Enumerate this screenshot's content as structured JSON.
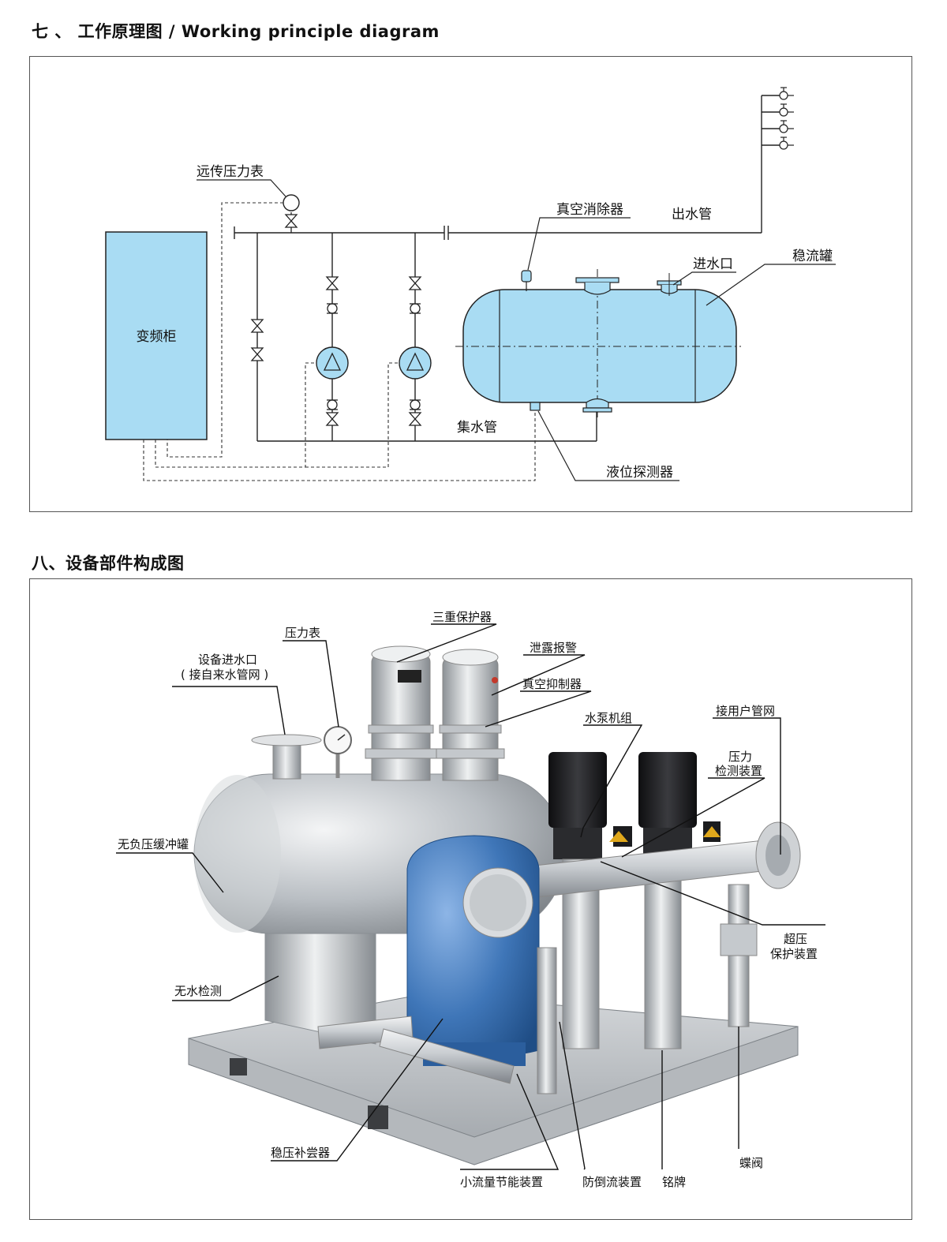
{
  "section7": {
    "title": "七 、 工作原理图 / Working principle diagram",
    "labels": {
      "cabinet": "变频柜",
      "remote_gauge": "远传压力表",
      "vacuum_eliminator": "真空消除器",
      "outlet_pipe": "出水管",
      "inlet": "进水口",
      "tank": "稳流罐",
      "collector_pipe": "集水管",
      "level_detector": "液位探测器"
    }
  },
  "section8": {
    "title": "八、设备部件构成图",
    "labels": {
      "pressure_gauge": "压力表",
      "triple_protector": "三重保护器",
      "leak_alarm": "泄露报警",
      "vacuum_suppressor": "真空抑制器",
      "equipment_inlet_1": "设备进水口",
      "equipment_inlet_2": "( 接自来水管网 )",
      "pump_unit": "水泵机组",
      "user_network": "接用户管网",
      "pressure_detector_1": "压力",
      "pressure_detector_2": "检测装置",
      "buffer_tank": "无负压缓冲罐",
      "overpressure_1": "超压",
      "overpressure_2": "保护装置",
      "no_water_detect": "无水检测",
      "compensator": "稳压补尝器",
      "low_flow_saver": "小流量节能装置",
      "backflow": "防倒流装置",
      "nameplate": "铭牌",
      "butterfly_valve": "蝶阀"
    }
  },
  "colors": {
    "tank_fill": "#a9dcf3",
    "pump_fill": "#a9dcf3",
    "steel_light": "#e6e8ea",
    "steel_dark": "#8d9297",
    "blue_tank": "#3f76b8",
    "motor": "#1f1f22"
  }
}
